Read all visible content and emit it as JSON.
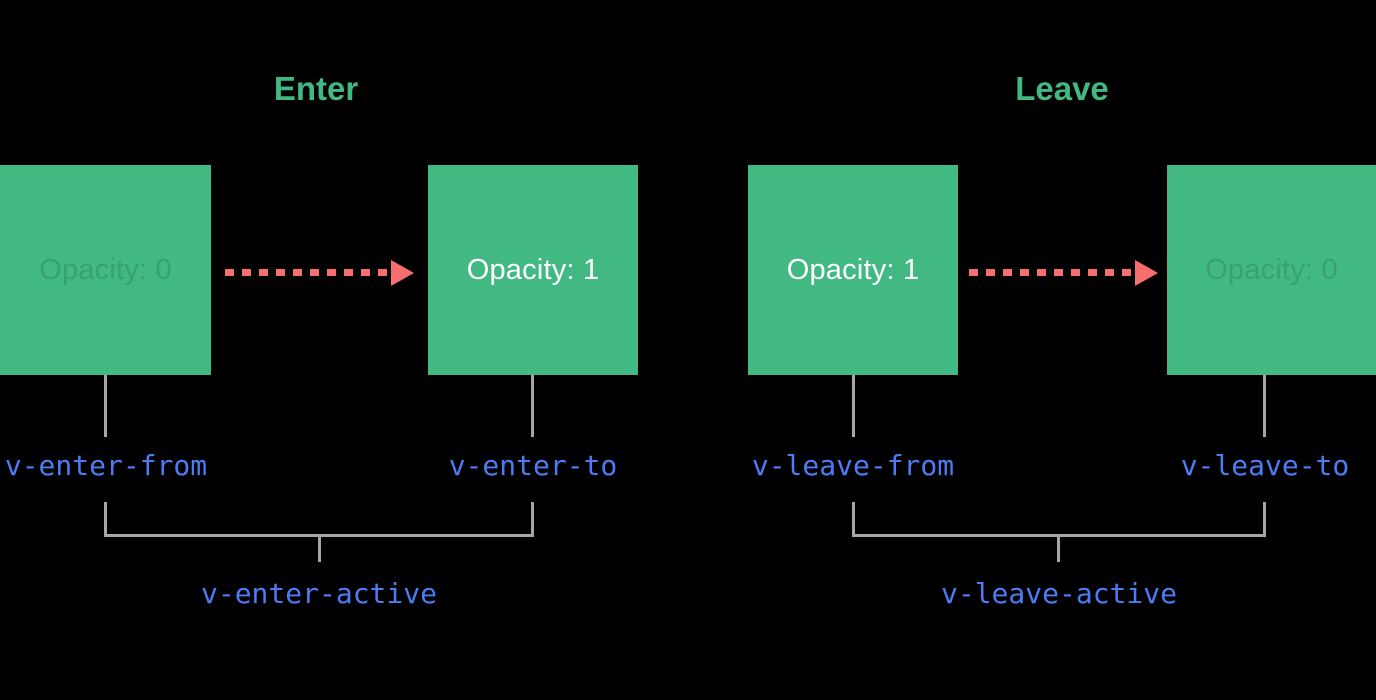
{
  "page": {
    "background": "#000000"
  },
  "palette": {
    "green": "#42b883",
    "label_blue": "#4c7bf3",
    "arrow_salmon": "#f66e6e",
    "connector_gray": "#a6a6a6",
    "box_text_bright": "#ffffff"
  },
  "sections": [
    {
      "title": "Enter",
      "from_box": {
        "label": "Opacity: 0",
        "emphasis": "faint"
      },
      "to_box": {
        "label": "Opacity: 1",
        "emphasis": "bright"
      },
      "from_class": "v-enter-from",
      "to_class": "v-enter-to",
      "active_class": "v-enter-active"
    },
    {
      "title": "Leave",
      "from_box": {
        "label": "Opacity: 1",
        "emphasis": "bright"
      },
      "to_box": {
        "label": "Opacity: 0",
        "emphasis": "faint"
      },
      "from_class": "v-leave-from",
      "to_class": "v-leave-to",
      "active_class": "v-leave-active"
    }
  ]
}
